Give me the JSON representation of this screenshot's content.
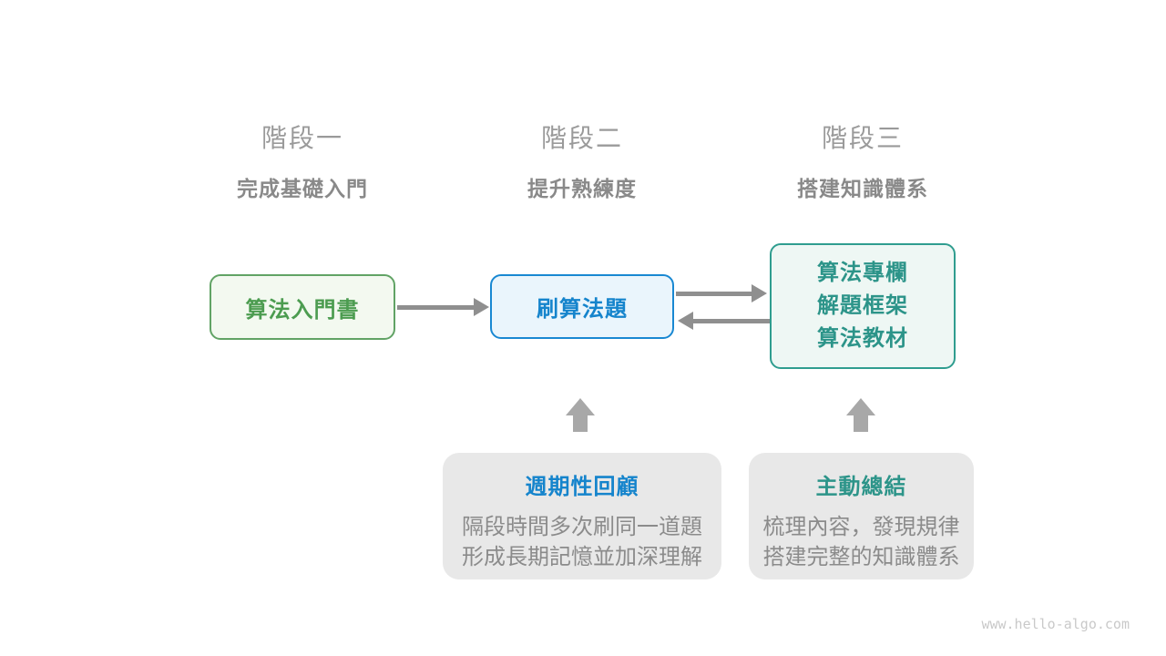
{
  "canvas": {
    "background": "#ffffff",
    "watermark": "www.hello-algo.com"
  },
  "stages": [
    {
      "number": "階段一",
      "subtitle": "完成基礎入門"
    },
    {
      "number": "階段二",
      "subtitle": "提升熟練度"
    },
    {
      "number": "階段三",
      "subtitle": "搭建知識體系"
    }
  ],
  "boxes": {
    "intro_book": {
      "label": "算法入門書",
      "text_color": "#4c9c50",
      "border_color": "#61a365",
      "bg_color": "#f3f9f0"
    },
    "practice": {
      "label": "刷算法題",
      "text_color": "#1584cc",
      "border_color": "#1988d2",
      "bg_color": "#eaf5fc"
    },
    "advanced": {
      "lines": [
        "算法專欄",
        "解題框架",
        "算法教材"
      ],
      "text_color": "#2c9489",
      "border_color": "#2f9d8f",
      "bg_color": "#eef7f4"
    }
  },
  "notes": [
    {
      "title": "週期性回顧",
      "title_color": "#1584cc",
      "lines": [
        "隔段時間多次刷同一道題",
        "形成長期記憶並加深理解"
      ]
    },
    {
      "title": "主動總結",
      "title_color": "#2c9489",
      "lines": [
        "梳理內容，發現規律",
        "搭建完整的知識體系"
      ]
    }
  ],
  "arrow_colors": {
    "line": "#8f8f8f",
    "block": "#a8a8a8"
  },
  "text_colors": {
    "stage_number": "#9a9a9a",
    "stage_subtitle": "#898989",
    "note_body": "#8b8b8b",
    "watermark": "#c9c9c9"
  }
}
